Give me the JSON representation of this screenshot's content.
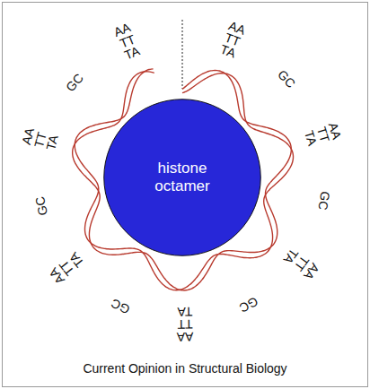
{
  "diagram": {
    "caption": "Current Opinion in Structural Biology",
    "nodes": [
      {
        "text": [
          "histone octamer"
        ]
      }
    ],
    "labels": [
      "AA",
      "TT",
      "TA",
      "GC",
      "AA",
      "TT",
      "TA",
      "GC",
      "AA",
      "TT",
      "TA",
      "GC",
      "AA",
      "TT",
      "TA",
      "GC",
      "AA",
      "TT",
      "TA",
      "GC",
      "AA",
      "TT",
      "TA",
      "GC",
      "AA",
      "TT",
      "TA"
    ]
  }
}
